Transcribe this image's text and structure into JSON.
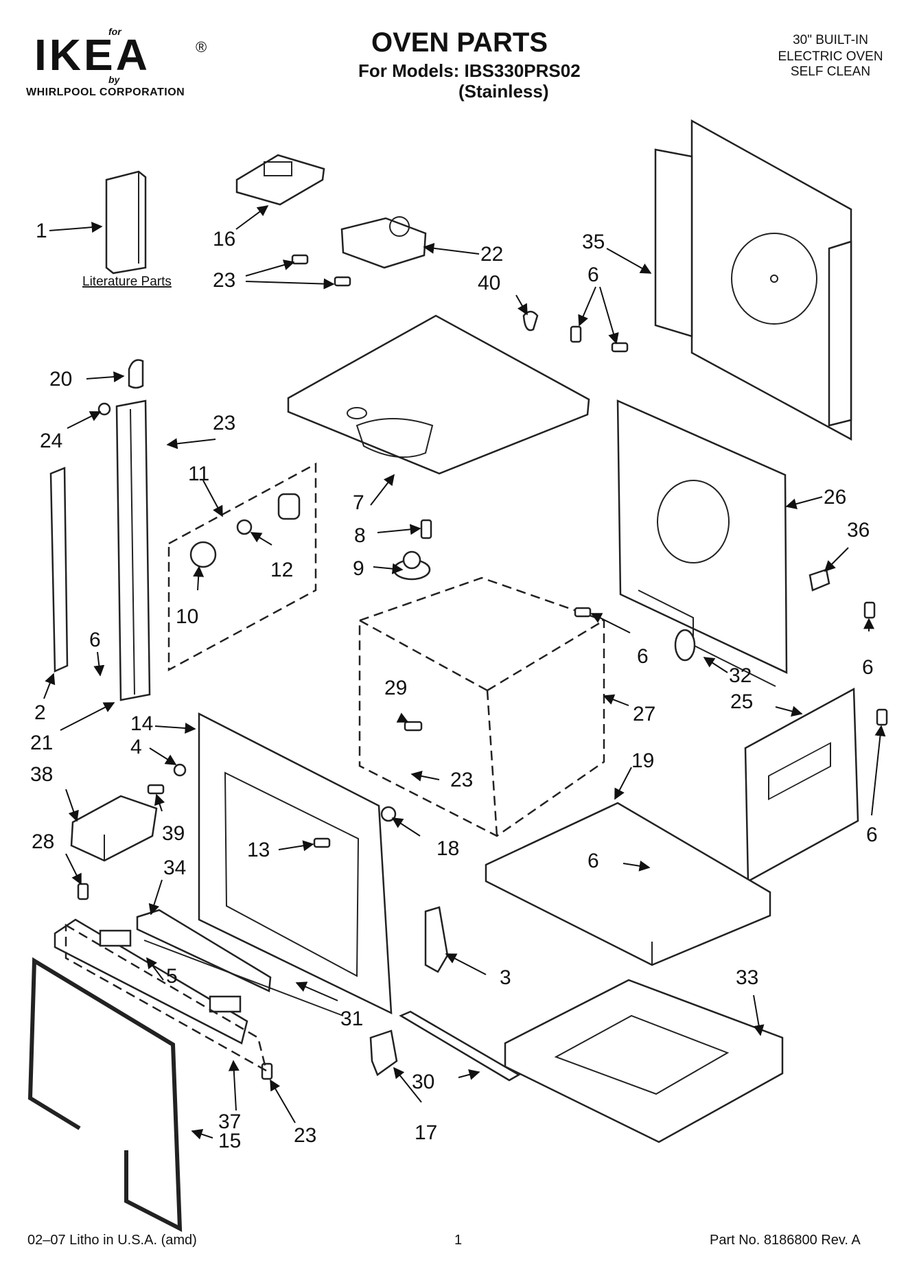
{
  "brand": {
    "for_text": "for",
    "name": "IKEA",
    "registered": "®",
    "by_text": "by",
    "corporation": "WHIRLPOOL  CORPORATION"
  },
  "header": {
    "title": "OVEN PARTS",
    "models_line": "For Models: IBS330PRS02",
    "variant": "(Stainless)",
    "spec_lines": [
      "30\" BUILT-IN",
      "ELECTRIC OVEN",
      "SELF CLEAN"
    ]
  },
  "diagram": {
    "literature_label": "Literature Parts",
    "callouts": [
      "1",
      "16",
      "23",
      "22",
      "35",
      "40",
      "6",
      "20",
      "24",
      "23",
      "11",
      "7",
      "26",
      "36",
      "8",
      "12",
      "9",
      "10",
      "6",
      "6",
      "32",
      "6",
      "2",
      "29",
      "27",
      "21",
      "14",
      "25",
      "4",
      "23",
      "19",
      "38",
      "39",
      "13",
      "18",
      "6",
      "6",
      "28",
      "34",
      "5",
      "3",
      "33",
      "31",
      "30",
      "37",
      "15",
      "23",
      "17"
    ]
  },
  "footer": {
    "litho": "02–07 Litho in U.S.A. (amd)",
    "page": "1",
    "part_no": "Part No. 8186800 Rev. A"
  }
}
